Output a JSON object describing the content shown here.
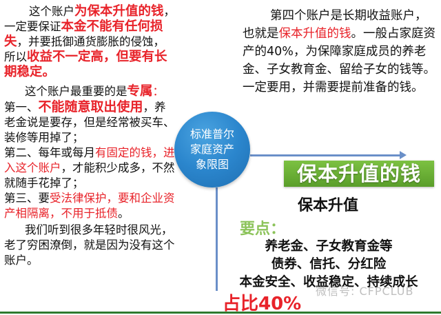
{
  "left_column": {
    "paragraph1": {
      "s1": "这个账户",
      "s2": "为保本升值的钱",
      "s3": "，一定要保证",
      "s4": "本金不能有任何损失",
      "s5": "，并要抵御通货膨胀的侵蚀，所以",
      "s6": "收益不一定高，但要有长期稳定。"
    },
    "paragraph2": {
      "s1": "这个账户最重要的是",
      "s2": "专属",
      "s3": "：",
      "item1_prefix": "第一、",
      "item1_red": "不能随意取出使用",
      "item1_rest": "，养老金说是要存，但是经常被买车、装修等用掉了；",
      "item2_prefix": "第二、每年或每月",
      "item2_red": "有固定的钱，进入这个账户",
      "item2_rest": "，才能积少成多，不然就随手花掉了；",
      "item3_prefix": "第三、要",
      "item3_red": "受法律保护，要和企业资产相隔离，不用于抵债",
      "item3_rest": "。"
    },
    "paragraph3": "我们听到很多年轻时很风光，老了穷困潦倒，就是因为没有这个账户。"
  },
  "right_top": {
    "s1": "第四个账户是长期收益账户，也就是",
    "s2": "保本升值的钱",
    "s3": "。一般占家庭资产的40%，为保障家庭成员的养老金、子女教育金、留给子女的钱等。一定要用，并需要提前准备的钱。"
  },
  "center_circle": {
    "line1": "标准普尔",
    "line2": "家庭资产",
    "line3": "象限图"
  },
  "quadrant": {
    "title": "保本升值的钱",
    "subtitle": "保本升值",
    "key_label": "要点：",
    "points": [
      "养老金、子女教育金等",
      "债券、信托、分红险",
      "本金安全、收益稳定、持续成长"
    ],
    "ratio": "占比40%"
  },
  "watermark": "微信号: CFPCLUB",
  "colors": {
    "accent_red": "#e8232a",
    "circle_blue": "#2b86cd",
    "title_green": "#6aaf35",
    "key_green": "#8cc35a",
    "connector_blue": "#6a8fc8"
  }
}
